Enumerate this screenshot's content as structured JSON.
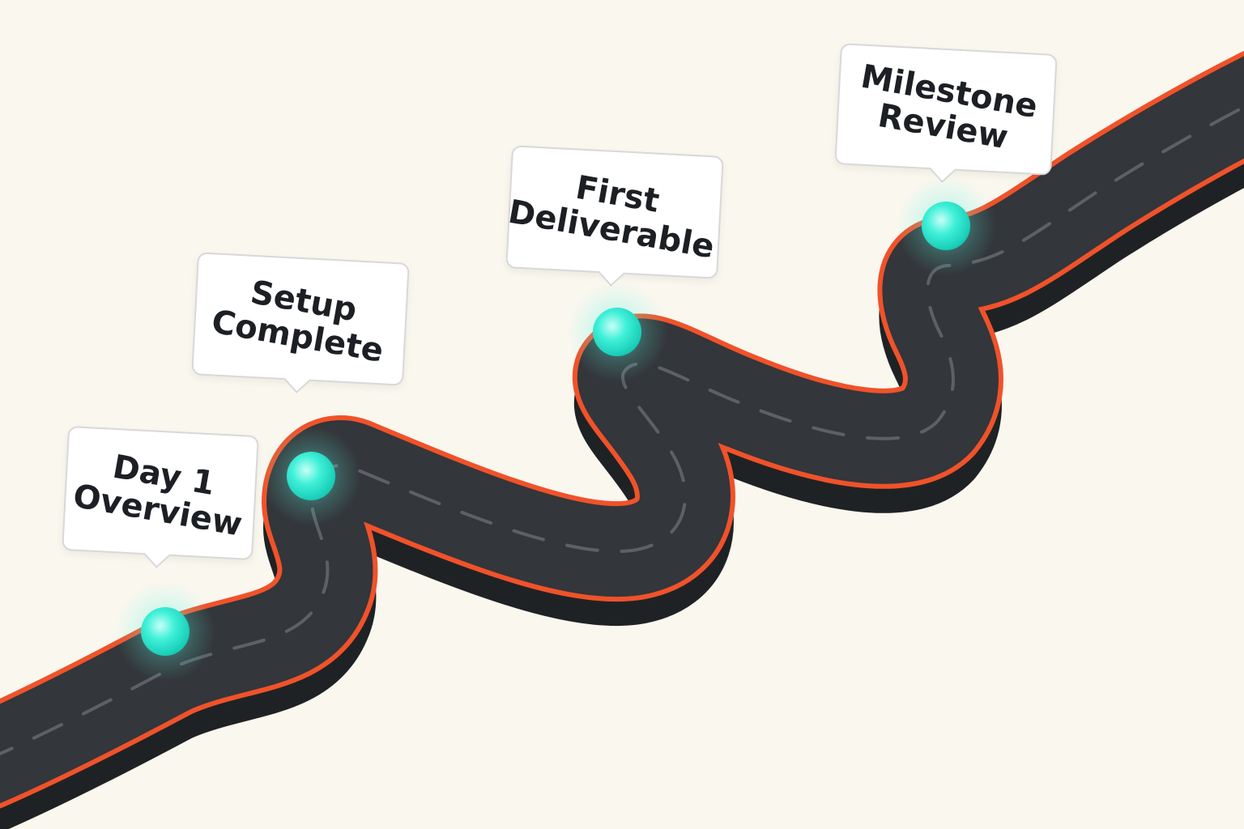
{
  "colors": {
    "background": "#faf7ef",
    "road": "#33363a",
    "road_side": "#1f2224",
    "road_edge": "#f0522a",
    "lane_marking": "#5d6166",
    "milestone": "#2ee6cf",
    "milestone_glow": "#5ff5e3",
    "callout_border": "#d8d8d8",
    "callout_text": "#1c1f24"
  },
  "milestones": [
    {
      "id": "day-1-overview",
      "label": "Day 1\nOverview",
      "icon": "glowing-dot-icon"
    },
    {
      "id": "setup-complete",
      "label": "Setup\nComplete",
      "icon": "glowing-dot-icon"
    },
    {
      "id": "first-deliverable",
      "label": "First\nDeliverable",
      "icon": "glowing-dot-icon"
    },
    {
      "id": "milestone-review",
      "label": "Milestone\nReview",
      "icon": "glowing-dot-icon"
    }
  ]
}
